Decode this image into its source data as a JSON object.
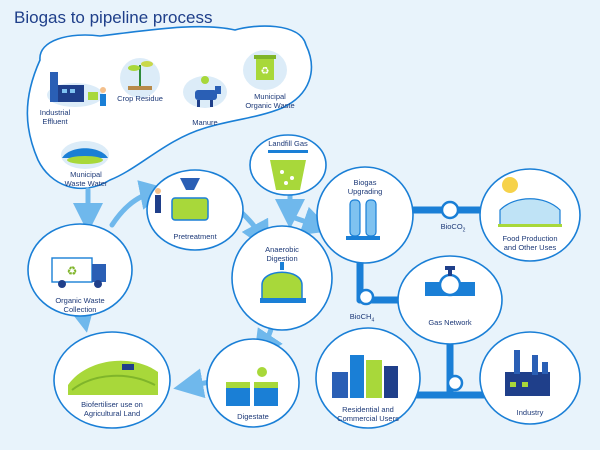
{
  "title": "Biogas to pipeline process",
  "colors": {
    "background": "#e8f3fb",
    "node_fill": "#ffffff",
    "node_stroke": "#1a7fd6",
    "pipe": "#1a7fd6",
    "arrow": "#6fb8ec",
    "accent_green": "#a8d83a",
    "title": "#1f3f8a"
  },
  "nodes": {
    "industrial_effluent": {
      "label": "Industrial\nEffluent",
      "icon": "factory-icon"
    },
    "crop_residue": {
      "label": "Crop Residue",
      "icon": "plant-icon"
    },
    "manure": {
      "label": "Manure",
      "icon": "cow-icon"
    },
    "municipal_organic_waste": {
      "label": "Municipal\nOrganic Waste",
      "icon": "recycle-bin-icon"
    },
    "municipal_waste_water": {
      "label": "Municipal\nWaste Water",
      "icon": "pipe-outlet-icon"
    },
    "landfill_gas": {
      "label": "Landfill Gas",
      "icon": "landfill-icon"
    },
    "pretreatment": {
      "label": "Pretreatment",
      "icon": "hopper-tank-icon"
    },
    "anaerobic_digestion": {
      "label": "Anaerobic\nDigestion",
      "icon": "digester-dome-icon"
    },
    "biogas_upgrading": {
      "label": "Biogas\nUpgrading",
      "icon": "upgrading-columns-icon"
    },
    "food_production": {
      "label": "Food Production\nand Other Uses",
      "icon": "greenhouse-icon"
    },
    "organic_waste_collection": {
      "label": "Organic Waste\nCollection",
      "icon": "truck-icon"
    },
    "gas_network": {
      "label": "Gas Network",
      "icon": "valve-icon"
    },
    "biofertiliser": {
      "label": "Biofertiliser use on\nAgricultural Land",
      "icon": "farmland-icon"
    },
    "digestate": {
      "label": "Digestate",
      "icon": "digestate-tanks-icon"
    },
    "residential_commercial": {
      "label": "Residential and\nCommercial Users",
      "icon": "city-buildings-icon"
    },
    "industry": {
      "label": "Industry",
      "icon": "industry-icon"
    }
  },
  "pipe_labels": {
    "bioco2_base": "BioCO",
    "bioco2_sub": "2",
    "biogas_ch4_base": "BioCH",
    "biogas_ch4_sub": "4"
  }
}
